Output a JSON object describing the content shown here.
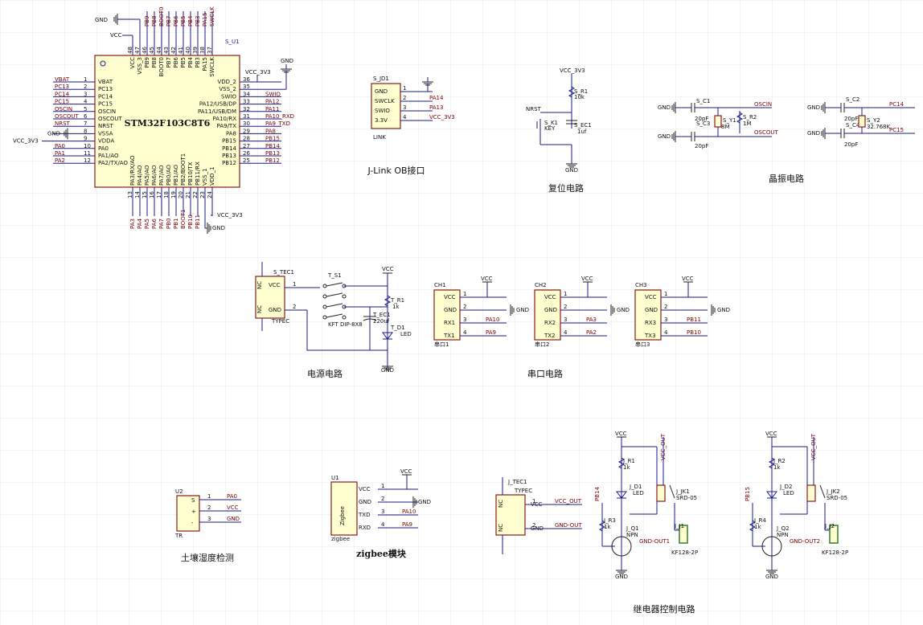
{
  "sections": {
    "jlink": "J-Link OB接口",
    "reset": "复位电路",
    "crystal": "晶振电路",
    "power": "电源电路",
    "uart": "串口电路",
    "soil": "土壤湿度检测",
    "zigbee": "zigbee模块",
    "relay": "继电器控制电路"
  },
  "mcu": {
    "designator": "S_U1",
    "part": "STM32F103C8T6",
    "top_pins": [
      "VCC",
      "VSS_3",
      "PB9",
      "PB8",
      "BOOT0",
      "PB7",
      "PB6",
      "PB5",
      "PB4",
      "PB3",
      "PA15",
      "SWCLK"
    ],
    "top_nums": [
      "48",
      "47",
      "46",
      "45",
      "44",
      "43",
      "42",
      "41",
      "40",
      "39",
      "38",
      "37"
    ],
    "top_nets": [
      "PB9",
      "PB8",
      "BOOT0",
      "PB7",
      "PB6",
      "PB5",
      "PB4",
      "PB3",
      "PA15",
      "SWCLK"
    ],
    "left_pins": [
      "VBAT",
      "PC13",
      "PC14",
      "PC15",
      "OSCIN",
      "OSCOUT",
      "NRST",
      "VSSA",
      "VDDA",
      "PA0",
      "PA1/AO",
      "PA2/TX/AO"
    ],
    "left_nums": [
      "1",
      "2",
      "3",
      "4",
      "5",
      "6",
      "7",
      "8",
      "9",
      "10",
      "11",
      "12"
    ],
    "left_nets": [
      "VBAT",
      "PC13",
      "PC14",
      "PC15",
      "OSCIN",
      "OSCOUT",
      "NRST",
      "",
      "",
      "PA0",
      "PA1",
      "PA2"
    ],
    "right_pins": [
      "VDD_2",
      "VSS_2",
      "SWIO",
      "PA12/USB/DP",
      "PA11/USB/DM",
      "PA10/RX",
      "PA9/TX",
      "PA8",
      "PB15",
      "PB14",
      "PB13",
      "PB12"
    ],
    "right_nums": [
      "36",
      "35",
      "34",
      "33",
      "32",
      "31",
      "30",
      "29",
      "28",
      "27",
      "26",
      "25"
    ],
    "right_nets": [
      "",
      "",
      "SWIO",
      "PA12",
      "PA11",
      "PA10_RXD",
      "PA9_TXD",
      "PA8",
      "PB15",
      "PB14",
      "PB13",
      "PB12"
    ],
    "bottom_pins": [
      "PA3/RX/AO",
      "PA4/AO",
      "PA5/AO",
      "PA6/AO",
      "PA7/AO",
      "PB0/AO",
      "PB1/AO",
      "PB2/BOOT1",
      "PB10/TX",
      "PB11/RX",
      "VSS_1",
      "VDD_1"
    ],
    "bottom_nums": [
      "13",
      "14",
      "15",
      "16",
      "17",
      "18",
      "19",
      "20",
      "21",
      "22",
      "23",
      "24"
    ],
    "bottom_nets": [
      "PA3",
      "PA4",
      "PA5",
      "PA6",
      "PA7",
      "PB0",
      "PB1",
      "BOOT1",
      "PB10",
      "PB11"
    ],
    "gnd": "GND",
    "vcc": "VCC",
    "vcc3v3": "VCC_3V3"
  },
  "jlink": {
    "designator": "S_JD1",
    "pins": [
      "GND",
      "SWCLK",
      "SWIO",
      "3.3V"
    ],
    "nums": [
      "1",
      "2",
      "3",
      "4"
    ],
    "nets": [
      "",
      "PA14",
      "PA13",
      "VCC_3V3"
    ],
    "label": "LINK"
  },
  "reset": {
    "vcc": "VCC_3V3",
    "r": "S_R1",
    "r_val": "10k",
    "k": "S_K1",
    "k_val": "KEY",
    "c": "S_EC1",
    "c_val": "1uf",
    "nrst": "NRST",
    "gnd": "GND"
  },
  "crystal": {
    "c1": "S_C1",
    "c2": "S_C2",
    "c3": "S_C3",
    "c4": "S_C4",
    "cval": "20pF",
    "y1": "S_Y1",
    "y1_val": "8M",
    "r2": "S_R2",
    "r2_val": "1M",
    "y2": "S_Y2",
    "y2_val": "32.768K",
    "oscin": "OSCIN",
    "oscout": "OSCOUT",
    "pc14": "PC14",
    "pc15": "PC15",
    "gnd": "GND"
  },
  "power": {
    "tec": "S_TEC1",
    "tec_type": "TYPEC",
    "tec_pins": [
      "VCC",
      "GND"
    ],
    "tec_nc": "NC",
    "sw": "T_S1",
    "sw_part": "KFT DIP-8X8",
    "r": "T_R1",
    "r_val": "1k",
    "c": "T_EC1",
    "c_val": "220uf",
    "led": "T_D1",
    "led_val": "LED",
    "vcc": "VCC",
    "gnd": "GND"
  },
  "uart": [
    {
      "des": "CH1",
      "name": "串口1",
      "pins": [
        "VCC",
        "GND",
        "RX1",
        "TX1"
      ],
      "nets": [
        "VCC",
        "GND",
        "PA10",
        "PA9"
      ]
    },
    {
      "des": "CH2",
      "name": "串口2",
      "pins": [
        "VCC",
        "GND",
        "RX2",
        "TX2"
      ],
      "nets": [
        "VCC",
        "GND",
        "PA3",
        "PA2"
      ]
    },
    {
      "des": "CH3",
      "name": "串口3",
      "pins": [
        "VCC",
        "GND",
        "RX3",
        "TX3"
      ],
      "nets": [
        "VCC",
        "GND",
        "PB11",
        "PB10"
      ]
    }
  ],
  "soil": {
    "des": "U2",
    "label": "TR",
    "pins": [
      "S",
      "+",
      "-"
    ],
    "nets": [
      "PA0",
      "VCC",
      "GND"
    ]
  },
  "zigbee": {
    "des": "U1",
    "body": "Zigbee",
    "label": "zigbee",
    "pins": [
      "VCC",
      "GND",
      "TXD",
      "RXD"
    ],
    "nets": [
      "VCC",
      "GND",
      "PA10",
      "PA9"
    ]
  },
  "relay_power": {
    "tec": "J_TEC1",
    "type": "TYPEC",
    "pins": [
      "VCC",
      "GND"
    ],
    "nc": "NC",
    "nets": [
      "VCC_OUT",
      "GND-OUT"
    ]
  },
  "relays": [
    {
      "r1": "J_R1",
      "r1v": "1k",
      "d": "J_D1",
      "dv": "LED",
      "jk": "J_JK1",
      "jkv": "SRD-05",
      "r3": "J_R3",
      "r3v": "1k",
      "q": "J_Q1",
      "qv": "NPN",
      "j": "J_J1",
      "jv": "KF128-2P",
      "in": "PB14",
      "out": "GND-OUT1",
      "vcc": "VCC",
      "vout": "VCC_OUT",
      "gnd": "GND"
    },
    {
      "r1": "J_R2",
      "r1v": "1k",
      "d": "J_D2",
      "dv": "LED",
      "jk": "J_JK2",
      "jkv": "SRD-05",
      "r3": "J_R4",
      "r3v": "1k",
      "q": "J_Q2",
      "qv": "NPN",
      "j": "J_J2",
      "jv": "KF128-2P",
      "in": "PB15",
      "out": "GND-OUT2",
      "vcc": "VCC",
      "vout": "VCC_OUT",
      "gnd": "GND"
    }
  ]
}
